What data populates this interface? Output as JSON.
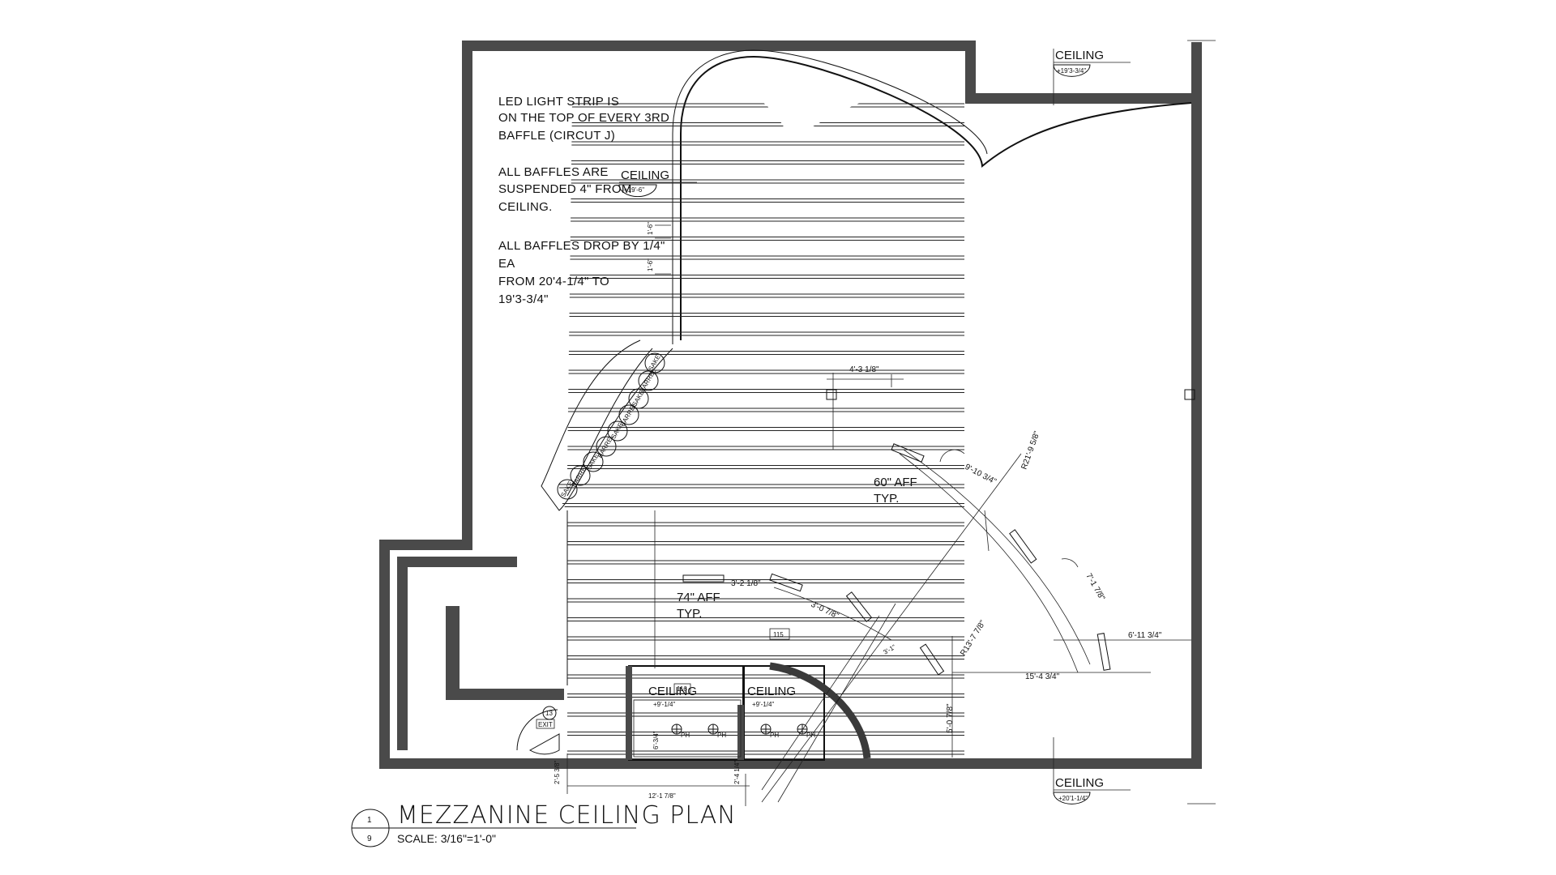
{
  "notes": {
    "led_lines": [
      "LED LIGHT STRIP IS",
      "ON THE TOP OF EVERY 3RD",
      "BAFFLE (CIRCUT J)"
    ],
    "suspend_lines": [
      "ALL BAFFLES ARE",
      "SUSPENDED 4\" FROM",
      "CEILING."
    ],
    "drop_lines": [
      "ALL BAFFLES DROP BY 1/4\"",
      "EA",
      "FROM 20'4-1/4\" TO",
      "19'3-3/4\""
    ]
  },
  "ceiling_tags": [
    {
      "label": "CEILING",
      "height": "+19'3-3/4\""
    },
    {
      "label": "CEILING",
      "height": "+19'-6\""
    },
    {
      "label": "CEILING",
      "height": "+20'1-1/4\""
    },
    {
      "label": "CEILING",
      "height": "+9'-1/4\""
    },
    {
      "label": "CEILING",
      "height": "+9'-1/4\""
    }
  ],
  "sake_labels": [
    "SAKE",
    "BARREL",
    "SAKE",
    "BARREL",
    "SAKE",
    "BARREL",
    "SAKE",
    "BARREL",
    "SAKE"
  ],
  "dimensions": {
    "d1": "4'-3 1/8\"",
    "d2": "R21'-9 5/8\"",
    "d3": "9'-10 3/4\"",
    "d4": "60\" AFF",
    "d4b": "TYP.",
    "d5": "3'-2 1/8\"",
    "d6": "74\" AFF",
    "d6b": "TYP.",
    "d7": "3'-0 7/8\"",
    "d8": "R13'-7 7/8\"",
    "d9": "7'-1 7/8\"",
    "d10": "6'-11 3/4\"",
    "d11": "15'-4 3/4\"",
    "d12": "5'-0 7/8\"",
    "d13": "12'-1 7/8\"",
    "d14": "2'-4 1/4\"",
    "d15": "2'-5 3/8\"",
    "d16": "3'-1\"",
    "d17": "6'-3/4\"",
    "d18": "1'-6\"",
    "d19": "1'-6\""
  },
  "room_tags": {
    "room_a": "115",
    "room_b": "116",
    "door_tag": "13",
    "exit": "EXIT",
    "fixture": "PH"
  },
  "title_block": {
    "detail_number": "1",
    "sheet_number": "9",
    "title": "MEZZANINE CEILING PLAN",
    "scale": "SCALE: 3/16\"=1'-0\""
  }
}
